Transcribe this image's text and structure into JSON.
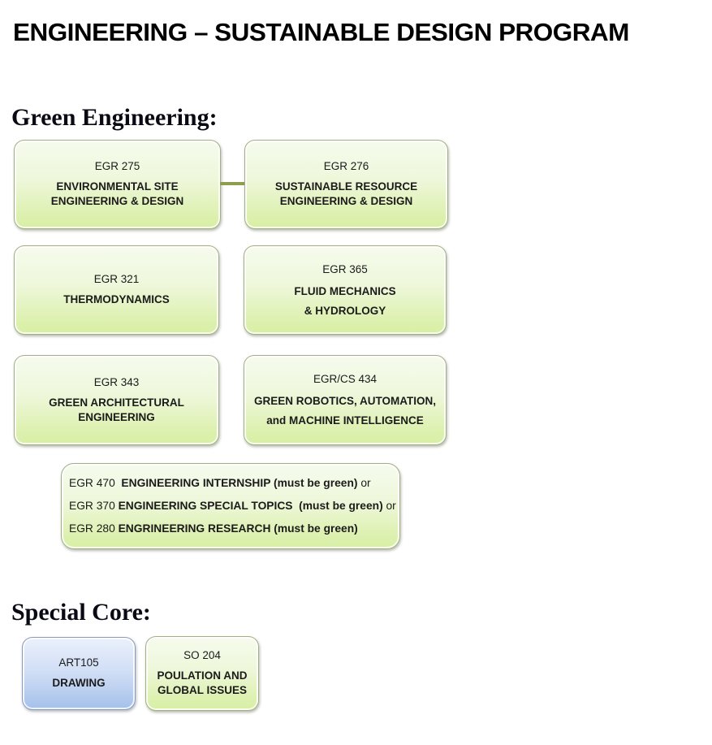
{
  "title": "ENGINEERING – SUSTAINABLE DESIGN PROGRAM",
  "green": {
    "heading": "Green Engineering:",
    "courses": [
      {
        "code": "EGR 275",
        "name": [
          "ENVIRONMENTAL SITE",
          "ENGINEERING & DESIGN"
        ]
      },
      {
        "code": "EGR 276",
        "name": [
          "SUSTAINABLE RESOURCE",
          "ENGINEERING & DESIGN"
        ]
      },
      {
        "code": "EGR 321",
        "name": [
          "THERMODYNAMICS"
        ]
      },
      {
        "code": "EGR 365",
        "name": [
          "FLUID MECHANICS",
          "& HYDROLOGY"
        ]
      },
      {
        "code": "EGR 343",
        "name": [
          "GREEN ARCHITECTURAL",
          "ENGINEERING"
        ]
      },
      {
        "code": "EGR/CS 434",
        "name": [
          "GREEN ROBOTICS, AUTOMATION,",
          "and MACHINE INTELLIGENCE"
        ]
      }
    ],
    "options": [
      {
        "prefix": "EGR 470  ",
        "bold": "ENGINEERING INTERNSHIP (must be green)",
        "suffix": " or"
      },
      {
        "prefix": "EGR 370 ",
        "bold": "ENGINEERING SPECIAL TOPICS  (must be green)",
        "suffix": " or"
      },
      {
        "prefix": "EGR 280 ",
        "bold": "ENGRINEERING RESEARCH (must be green)",
        "suffix": ""
      }
    ]
  },
  "special": {
    "heading": "Special Core:",
    "courses": [
      {
        "code": "ART105",
        "name": [
          "DRAWING"
        ]
      },
      {
        "code": "SO 204",
        "name": [
          "POULATION AND",
          "GLOBAL ISSUES"
        ]
      }
    ]
  },
  "colors": {
    "green_box_top": "#f6fbee",
    "green_box_bottom": "#d8efa4",
    "green_box_border": "#a2b086",
    "blue_box_top": "#ebf1fc",
    "blue_box_bottom": "#a4c0ea",
    "blue_box_border": "#8c9cb8",
    "connector": "#8d9f4e",
    "text": "#1b1b1b"
  }
}
